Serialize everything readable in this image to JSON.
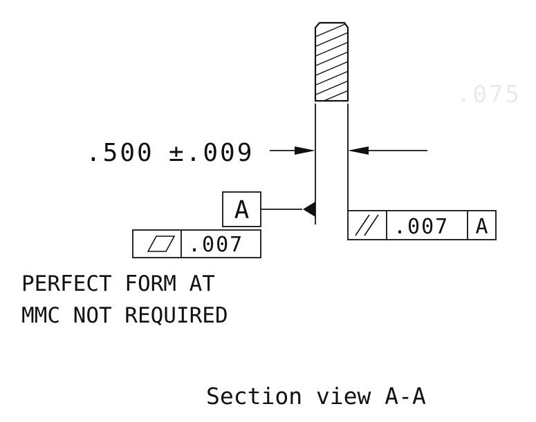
{
  "drawing": {
    "size_dimension": {
      "nominal": ".500",
      "tolerance": "±.009"
    },
    "datum_feature": {
      "label": "A"
    },
    "flatness_control": {
      "symbol": "flatness-icon",
      "tolerance": ".007"
    },
    "parallelism_control": {
      "symbol": "parallelism-icon",
      "tolerance": ".007",
      "datum": "A"
    },
    "note": {
      "line1": "PERFECT FORM AT",
      "line2": "MMC NOT REQUIRED"
    },
    "caption": "Section view A-A",
    "faint_text": ".075"
  }
}
